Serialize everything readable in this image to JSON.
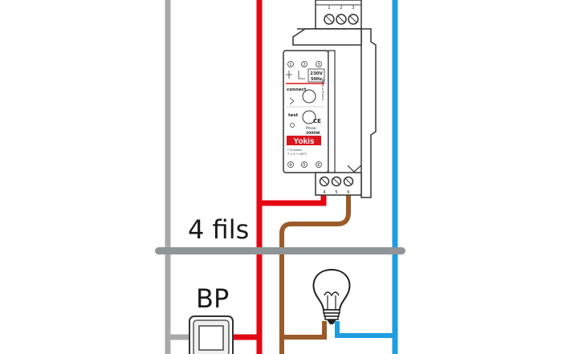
{
  "wiring_label": "4 fils",
  "push_button_label": "BP",
  "module": {
    "brand": "Yokis",
    "voltage": "230V",
    "frequency": "50Hz",
    "connect_label": "connect",
    "test_label": "test",
    "pmax_label": "Pmax:",
    "pmax_value": "2000W",
    "made_in": "Made in France",
    "ce_mark": "CE",
    "top_numbers": [
      "1",
      "2",
      "3"
    ],
    "bottom_numbers": [
      "4",
      "5",
      "6"
    ],
    "footnote_1": "* cf notice",
    "footnote_2": "T < 0 / +45°C"
  },
  "top_terminal_numbers": [
    "1",
    "2",
    "3"
  ],
  "bottom_terminal_numbers": [
    "4",
    "5",
    "6"
  ],
  "colors": {
    "neutral_grey": "#a9a9a9",
    "phase_red": "#e30613",
    "neutral_blue": "#1e9de0",
    "switched_brown": "#9b5a2a",
    "conduit": "#8f9596",
    "brand_red": "#d9141c"
  }
}
